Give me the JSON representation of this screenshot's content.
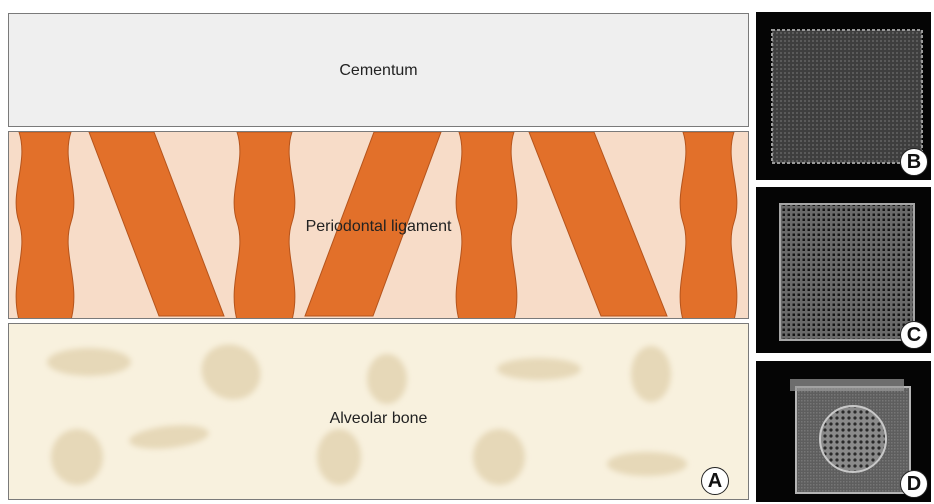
{
  "layers": {
    "cementum": "Cementum",
    "pdl": "Periodontal ligament",
    "bone": "Alveolar bone"
  },
  "panels": {
    "a": "A",
    "b": "B",
    "c": "C",
    "d": "D"
  },
  "colors": {
    "cementum_fill": "#efefef",
    "pdl_fill": "#f7dcc8",
    "fiber": "#e2702a",
    "bone_fill": "#f8f1de",
    "bone_cell": "#e9dcbf",
    "scaffold_bg": "#050505"
  }
}
